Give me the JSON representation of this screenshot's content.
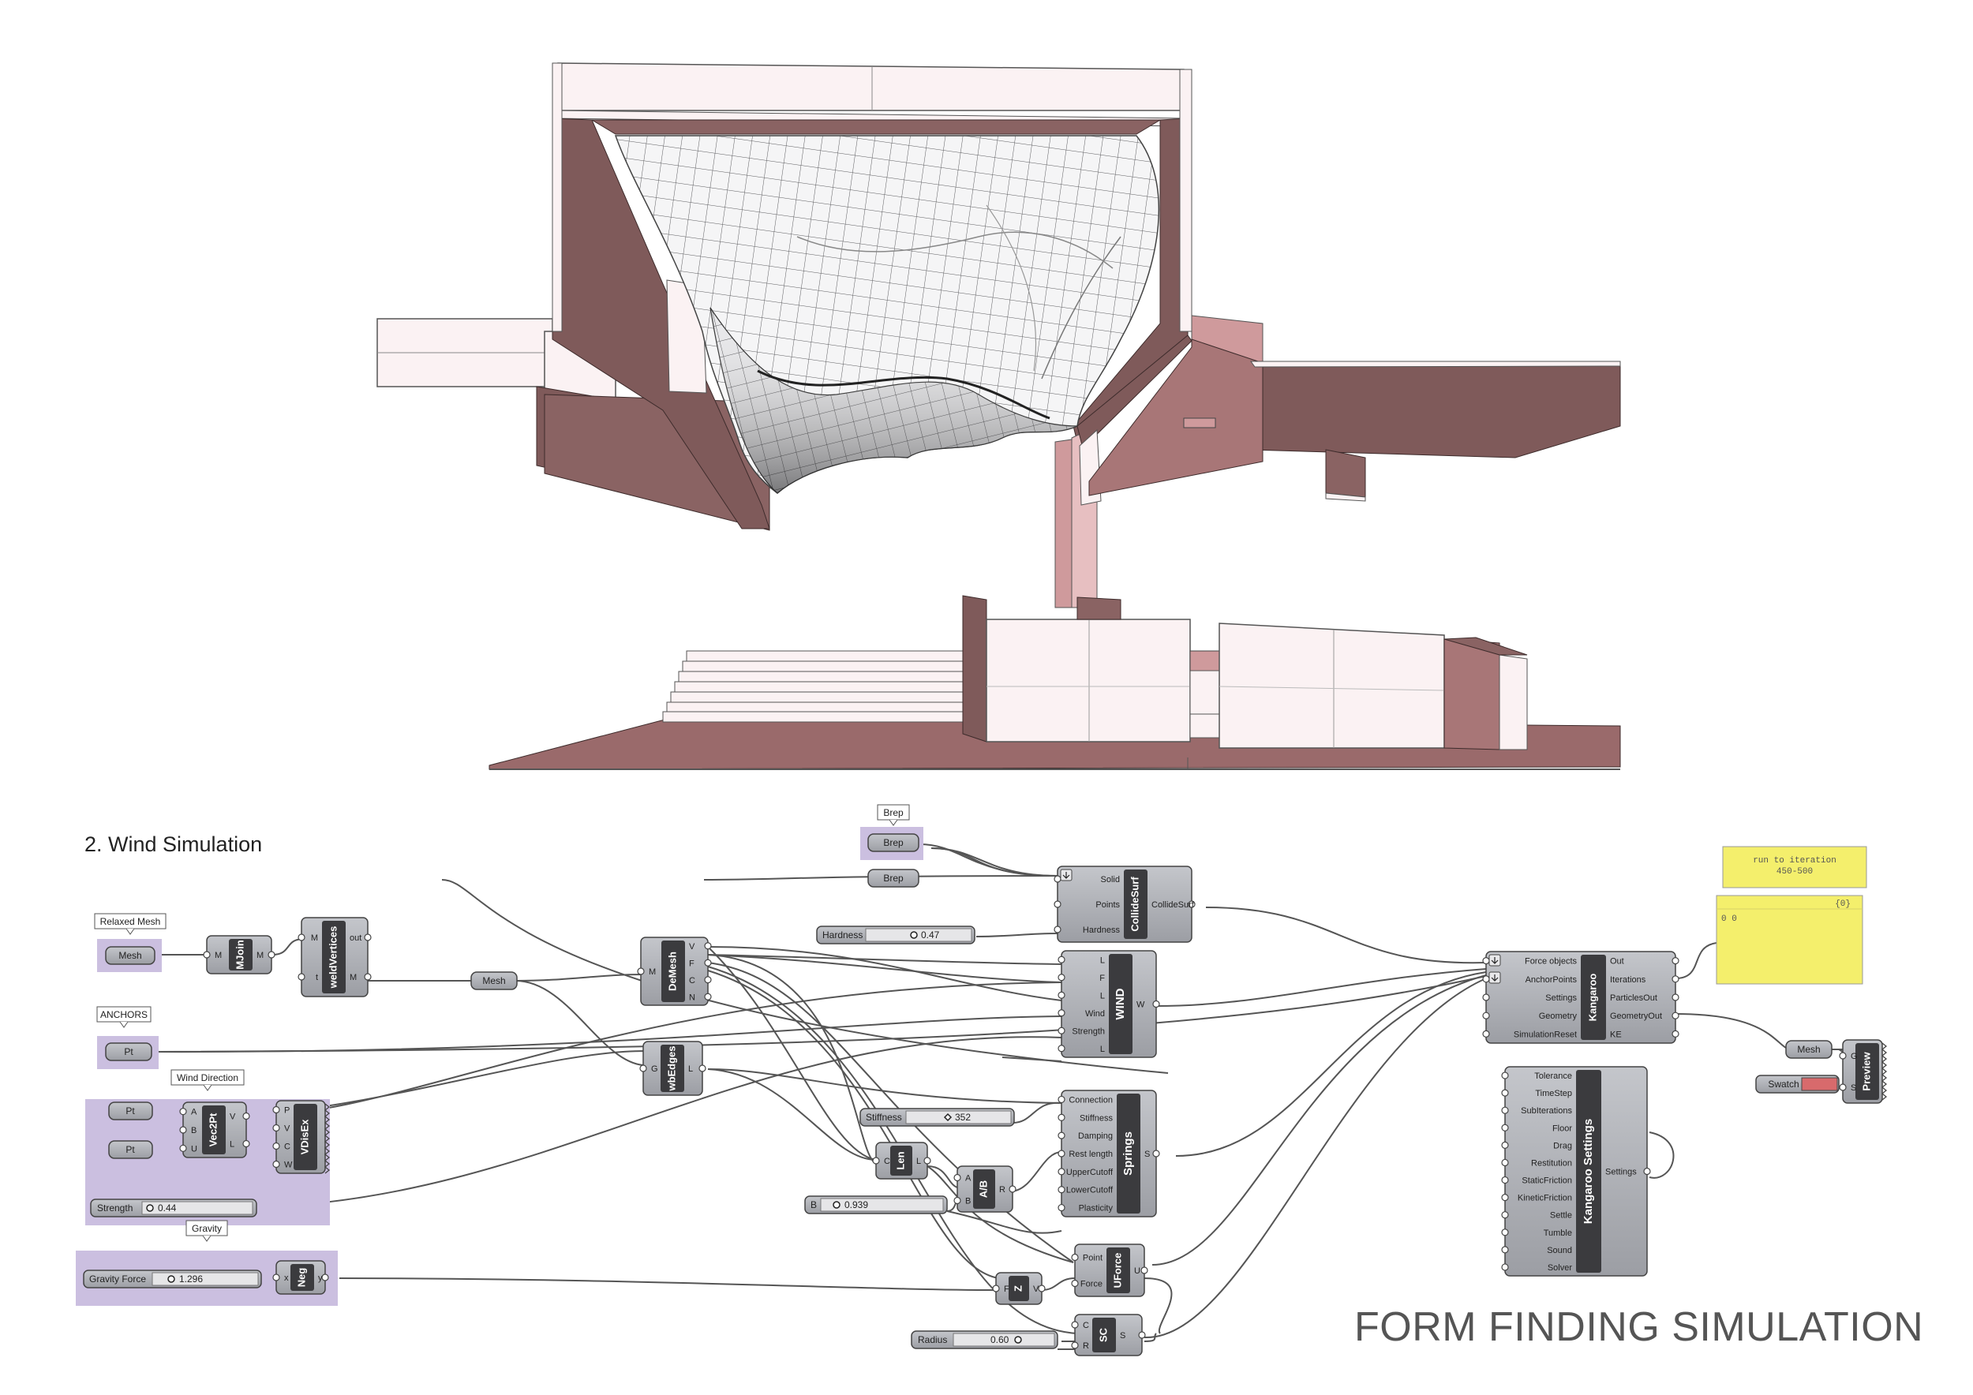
{
  "section_title": "2. Wind Simulation",
  "footer_title": "FORM FINDING SIMULATION",
  "groups": {
    "relaxed_mesh": "Relaxed Mesh",
    "anchors": "ANCHORS",
    "wind_direction": "Wind Direction",
    "gravity": "Gravity",
    "brep": "Brep"
  },
  "params": {
    "mesh": "Mesh",
    "pt": "Pt",
    "brep": "Brep",
    "swatch": "Swatch"
  },
  "components": {
    "mjoin": {
      "name": "MJoin",
      "in": [
        "M"
      ],
      "out": [
        "M"
      ]
    },
    "weld": {
      "name": "weldVertices",
      "in": [
        "M",
        "t"
      ],
      "out": [
        "out",
        "M"
      ]
    },
    "demesh": {
      "name": "DeMesh",
      "in": [
        "M"
      ],
      "out": [
        "V",
        "F",
        "C",
        "N"
      ]
    },
    "wbedges": {
      "name": "wbEdges",
      "in": [
        "G"
      ],
      "out": [
        "L"
      ]
    },
    "vec2pt": {
      "name": "Vec2Pt",
      "in": [
        "A",
        "B",
        "U"
      ],
      "out": [
        "V",
        "L"
      ]
    },
    "vdisex": {
      "name": "VDisEx",
      "in": [
        "P",
        "V",
        "C",
        "W"
      ]
    },
    "neg": {
      "name": "Neg",
      "in": [
        "x"
      ],
      "out": [
        "y"
      ]
    },
    "collide": {
      "name": "CollideSurf",
      "in": [
        "Solid",
        "Points",
        "Hardness"
      ],
      "out": [
        "CollideSurf"
      ]
    },
    "wind": {
      "name": "WIND",
      "in": [
        "L",
        "F",
        "L",
        "Wind",
        "Strength",
        "L"
      ],
      "out": [
        "W"
      ]
    },
    "springs": {
      "name": "Springs",
      "in": [
        "Connection",
        "Stiffness",
        "Damping",
        "Rest length",
        "UpperCutoff",
        "LowerCutoff",
        "Plasticity"
      ],
      "out": [
        "S"
      ]
    },
    "len": {
      "name": "Len",
      "in": [
        "C"
      ],
      "out": [
        "L"
      ]
    },
    "ab": {
      "name": "A/B",
      "in": [
        "A",
        "B"
      ],
      "out": [
        "R"
      ]
    },
    "uforce": {
      "name": "UForce",
      "in": [
        "Point",
        "Force"
      ],
      "out": [
        "U"
      ]
    },
    "z": {
      "name": "Z",
      "in": [
        "F"
      ],
      "out": [
        "V"
      ]
    },
    "sc": {
      "name": "SC",
      "in": [
        "C",
        "R"
      ],
      "out": [
        "S"
      ]
    },
    "kangaroo": {
      "name": "Kangaroo",
      "in": [
        "Force objects",
        "AnchorPoints",
        "Settings",
        "Geometry",
        "SimulationReset"
      ],
      "out": [
        "Out",
        "Iterations",
        "ParticlesOut",
        "GeometryOut",
        "KE"
      ]
    },
    "settings": {
      "name": "Kangaroo Settings",
      "in": [
        "Tolerance",
        "TimeStep",
        "SubIterations",
        "Floor",
        "Drag",
        "Restitution",
        "StaticFriction",
        "KineticFriction",
        "Settle",
        "Tumble",
        "Sound",
        "Solver"
      ],
      "out": [
        "Settings"
      ]
    },
    "preview": {
      "name": "Preview",
      "in": [
        "G",
        "S"
      ]
    }
  },
  "sliders": {
    "hardness": {
      "label": "Hardness",
      "value": "0.47"
    },
    "stiffness": {
      "label": "Stiffness",
      "value": "352"
    },
    "b": {
      "label": "B",
      "value": "0.939"
    },
    "strength": {
      "label": "Strength",
      "value": "0.44"
    },
    "gravity": {
      "label": "Gravity Force",
      "value": "1.296"
    },
    "radius": {
      "label": "Radius",
      "value": "0.60"
    }
  },
  "panels": {
    "note": "run to iteration\n450-500",
    "output_header": "{0}",
    "output_value": "0 0"
  },
  "colors": {
    "pink_face": "#7f5a5a",
    "pink_light": "#cf9a9c",
    "white_face": "#fbf2f3",
    "group_fill": "#cbbfe0",
    "component": "#a6a8ad",
    "panel_yellow": "#f4ef6c",
    "swatch": "#d86a6c"
  }
}
